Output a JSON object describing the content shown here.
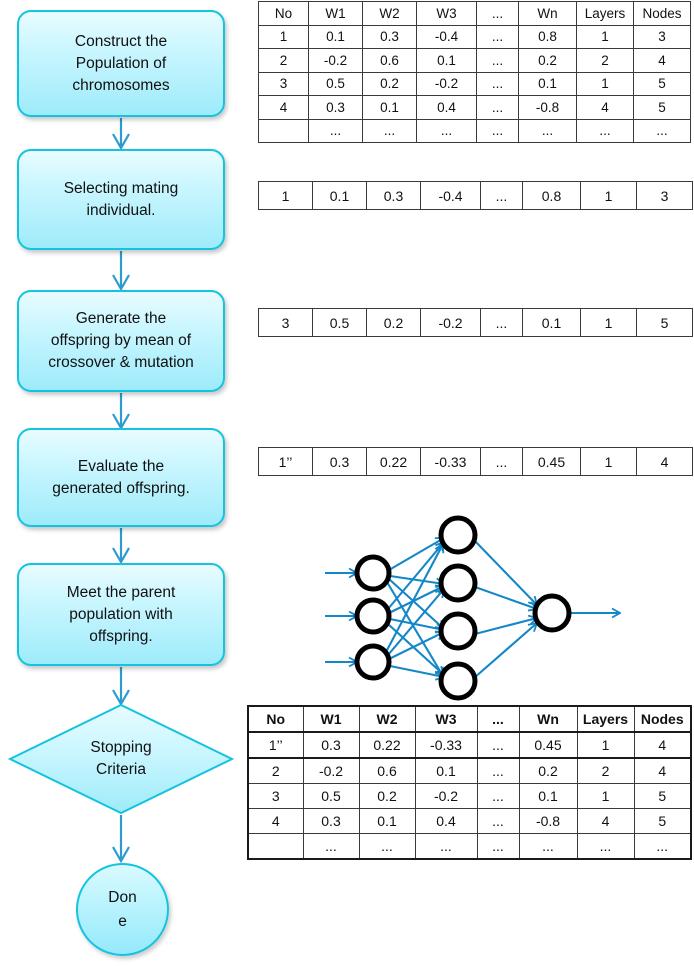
{
  "flowchart": {
    "nodes": [
      {
        "id": "construct-population",
        "shape": "rounded-rect",
        "lines": [
          "Construct the",
          "Population of",
          "chromosomes"
        ]
      },
      {
        "id": "selecting-mating",
        "shape": "rounded-rect",
        "lines": [
          "Selecting mating",
          "individual."
        ]
      },
      {
        "id": "generate-offspring",
        "shape": "rounded-rect",
        "lines": [
          "Generate the",
          "offspring by mean of",
          "crossover & mutation"
        ]
      },
      {
        "id": "evaluate-offspring",
        "shape": "rounded-rect",
        "lines": [
          "Evaluate the",
          "generated offspring."
        ]
      },
      {
        "id": "meet-parent",
        "shape": "rounded-rect",
        "lines": [
          "Meet the parent",
          "population with",
          "offspring."
        ]
      },
      {
        "id": "stopping-criteria",
        "shape": "diamond",
        "lines": [
          "Stopping",
          "Criteria"
        ]
      },
      {
        "id": "done",
        "shape": "circle",
        "lines": [
          "Don",
          "e"
        ]
      }
    ]
  },
  "population_table": {
    "headers": [
      "No",
      "W1",
      "W2",
      "W3",
      "...",
      "Wn",
      "Layers",
      "Nodes"
    ],
    "rows": [
      [
        "1",
        "0.1",
        "0.3",
        "-0.4",
        "...",
        "0.8",
        "1",
        "3"
      ],
      [
        "2",
        "-0.2",
        "0.6",
        "0.1",
        "...",
        "0.2",
        "2",
        "4"
      ],
      [
        "3",
        "0.5",
        "0.2",
        "-0.2",
        "...",
        "0.1",
        "1",
        "5"
      ],
      [
        "4",
        "0.3",
        "0.1",
        "0.4",
        "...",
        "-0.8",
        "4",
        "5"
      ],
      [
        "",
        "...",
        "...",
        "...",
        "...",
        "...",
        "...",
        "..."
      ]
    ]
  },
  "chromosome_parent_1": {
    "cells": [
      "1",
      "0.1",
      "0.3",
      "-0.4",
      "...",
      "0.8",
      "1",
      "3"
    ]
  },
  "chromosome_parent_2": {
    "cells": [
      "3",
      "0.5",
      "0.2",
      "-0.2",
      "...",
      "0.1",
      "1",
      "5"
    ]
  },
  "chromosome_offspring": {
    "cells": [
      "1’’",
      "0.3",
      "0.22",
      "-0.33",
      "...",
      "0.45",
      "1",
      "4"
    ]
  },
  "offspring_table": {
    "headers": [
      "No",
      "W1",
      "W2",
      "W3",
      "...",
      "Wn",
      "Layers",
      "Nodes"
    ],
    "rows": [
      [
        "1’’",
        "0.3",
        "0.22",
        "-0.33",
        "...",
        "0.45",
        "1",
        "4"
      ],
      [
        "2",
        "-0.2",
        "0.6",
        "0.1",
        "...",
        "0.2",
        "2",
        "4"
      ],
      [
        "3",
        "0.5",
        "0.2",
        "-0.2",
        "...",
        "0.1",
        "1",
        "5"
      ],
      [
        "4",
        "0.3",
        "0.1",
        "0.4",
        "...",
        "-0.8",
        "4",
        "5"
      ],
      [
        "",
        "...",
        "...",
        "...",
        "...",
        "...",
        "...",
        "..."
      ]
    ]
  },
  "neural_network": {
    "input_nodes": 3,
    "hidden_nodes": 4,
    "output_nodes": 1
  },
  "colors": {
    "shape_border": "#13C3E0",
    "shape_fill_light": "#E8FCFF",
    "shape_fill_dark": "#9EEBFA",
    "arrow": "#2E9BD0",
    "node_outline": "#000000",
    "table_border": "#3a3a3a"
  }
}
